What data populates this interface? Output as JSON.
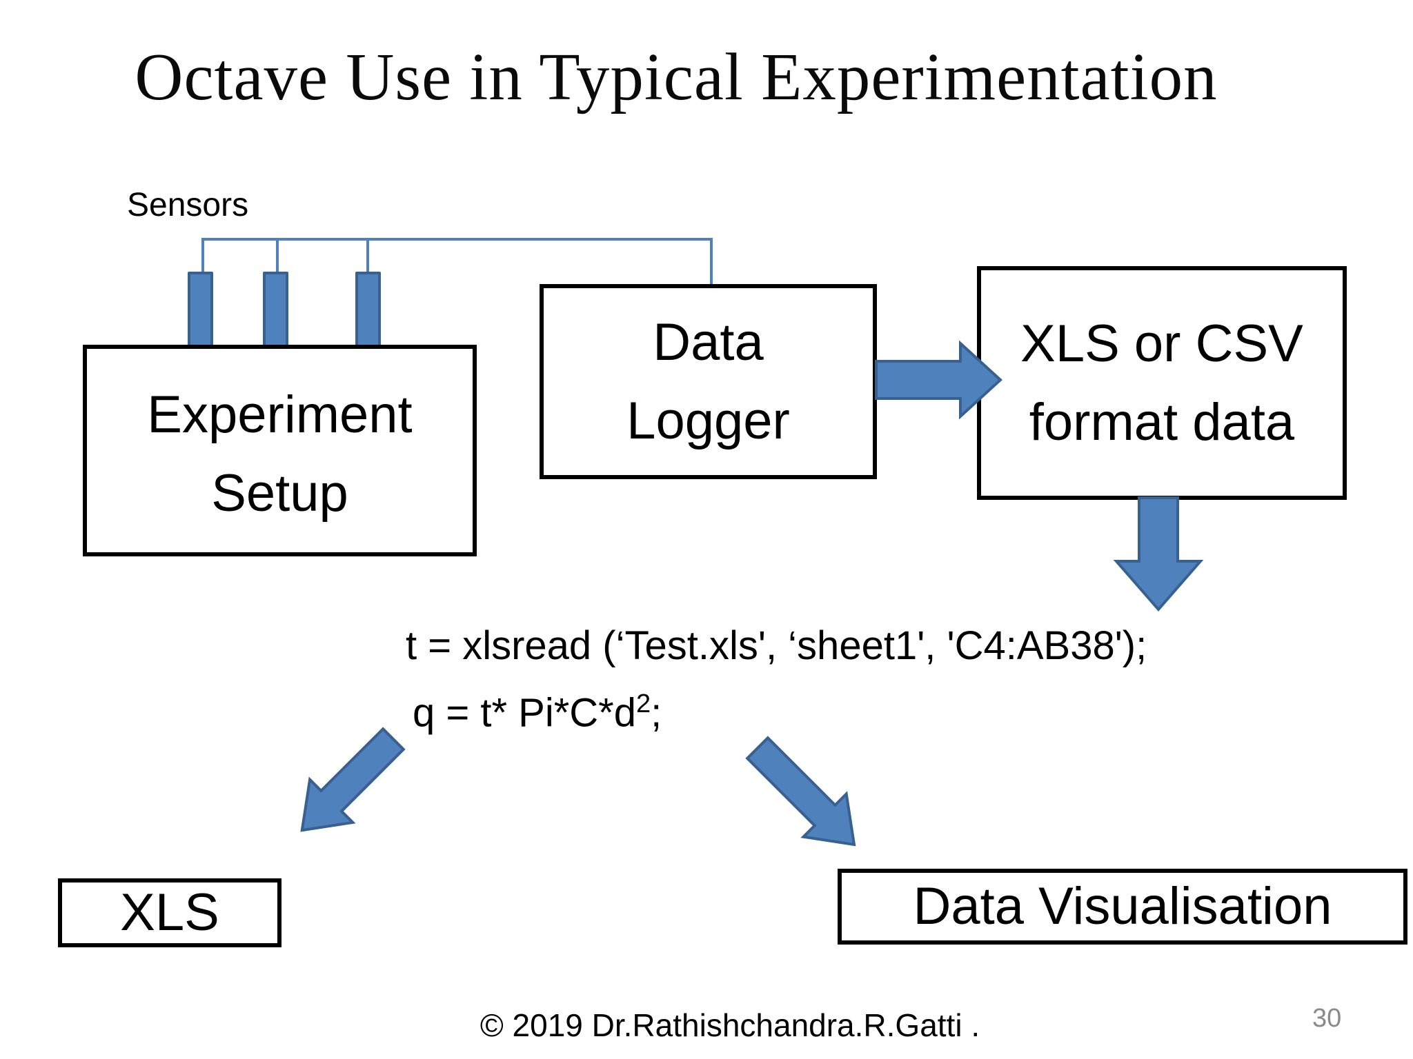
{
  "slide": {
    "title": "Octave Use in Typical Experimentation",
    "sensors_label": "Sensors",
    "boxes": {
      "experiment": {
        "line1": "Experiment",
        "line2": "Setup"
      },
      "data_logger": {
        "line1": "Data",
        "line2": "Logger"
      },
      "xls_csv": {
        "line1": "XLS or CSV",
        "line2": "format data"
      },
      "xls": {
        "label": "XLS"
      },
      "data_visualisation": {
        "label": "Data Visualisation"
      }
    },
    "code": {
      "line1": "t = xlsread (‘Test.xls', ‘sheet1', 'C4:AB38');",
      "line2_base": "q = t* Pi*C*d",
      "line2_sup": "2",
      "line2_tail": ";"
    },
    "footer": {
      "copyright": "© 2019 Dr.Rathishchandra.R.Gatti .",
      "page_number": "30"
    },
    "colors": {
      "arrow_fill": "#4f81bd",
      "arrow_stroke": "#38618f",
      "connector": "#4f81bd",
      "box_border": "#000000",
      "page_number_gray": "#8a8a8a"
    }
  }
}
